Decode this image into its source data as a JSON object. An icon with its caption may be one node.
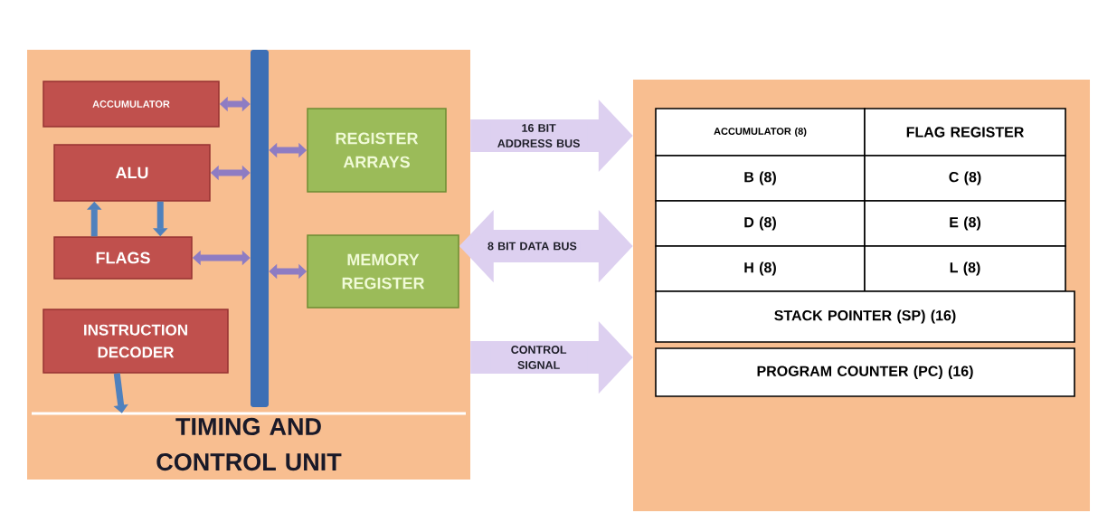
{
  "diagram": {
    "nodes": [
      {
        "text": [],
        "shape": "box"
      },
      {
        "text": [
          "ACCUMULATOR"
        ],
        "in": 0
      },
      {
        "text": [
          "ALU"
        ],
        "in": 0
      },
      {
        "text": [
          "FLAGS"
        ],
        "in": 0
      },
      {
        "text": [
          "INSTRUCTION DECODER"
        ],
        "in": 0
      },
      {
        "text": [],
        "shape": "bar",
        "in": 0
      },
      {
        "text": [
          "REGISTER ARRAYS"
        ],
        "in": 0
      },
      {
        "text": [
          "MEMORY REGISTER"
        ],
        "in": 0
      },
      {
        "text": [
          "TIMING AND CONTROL UNIT"
        ],
        "in": 0
      },
      {
        "text": [],
        "shape": "box"
      },
      {
        "text": [
          "ACCUMULATOR (8)"
        ],
        "in": 9
      },
      {
        "text": [
          "FLAG REGISTER"
        ],
        "in": 9
      },
      {
        "text": [
          "B (8)"
        ],
        "in": 9
      },
      {
        "text": [
          "C (8)"
        ],
        "in": 9
      },
      {
        "text": [
          "D (8)"
        ],
        "in": 9
      },
      {
        "text": [
          "E (8)"
        ],
        "in": 9
      },
      {
        "text": [
          "H (8)"
        ],
        "in": 9
      },
      {
        "text": [
          "L (8)"
        ],
        "in": 9
      },
      {
        "text": [
          "STACK POINTER (SP) (16)"
        ],
        "in": 9
      },
      {
        "text": [
          "PROGRAM COUNTER (PC) (16)"
        ],
        "in": 9
      }
    ],
    "edges": [
      {
        "from": 1,
        "to": 5,
        "arrow": "both"
      },
      {
        "from": 2,
        "to": 5,
        "arrow": "both"
      },
      {
        "from": 3,
        "to": 5,
        "arrow": "both"
      },
      {
        "from": 3,
        "to": 2,
        "arrow": "to",
        "color": "#4f81bd"
      },
      {
        "from": 2,
        "to": 3,
        "arrow": "to",
        "color": "#4f81bd"
      },
      {
        "from": 4,
        "to": 8,
        "arrow": "to",
        "color": "#4f81bd"
      },
      {
        "from": 5,
        "to": 6,
        "arrow": "both"
      },
      {
        "from": 5,
        "to": 7,
        "arrow": "both"
      },
      {
        "from": 0,
        "to": 9,
        "arrow": "to",
        "label": "16 BIT ADDRESS BUS",
        "style": "thick",
        "color": "#ddd0f0"
      },
      {
        "from": 7,
        "to": 9,
        "arrow": "both",
        "label": "8 BIT DATA BUS",
        "style": "thick",
        "color": "#ddd0f0"
      },
      {
        "from": 0,
        "to": 9,
        "arrow": "to",
        "label": "CONTROL SIGNAL",
        "style": "thick",
        "color": "#ddd0f0"
      }
    ]
  }
}
